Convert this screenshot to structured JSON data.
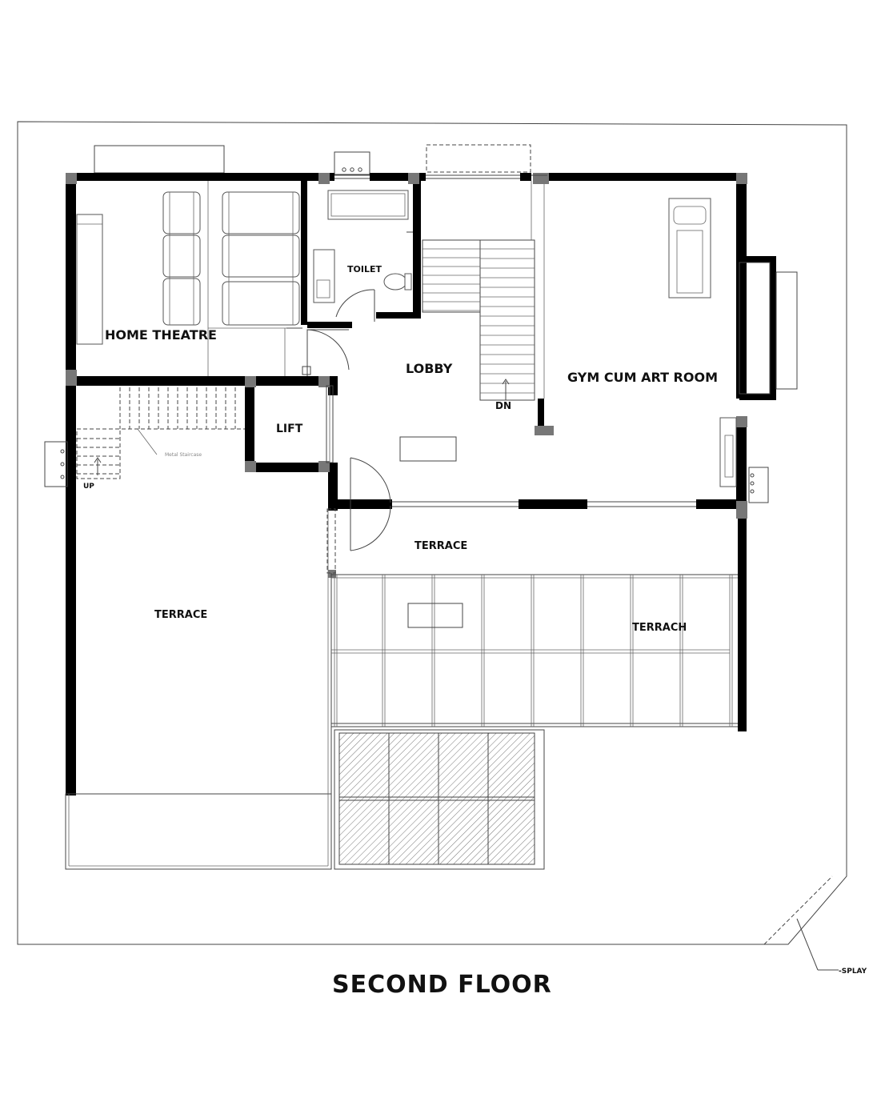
{
  "plan": {
    "title": "SECOND FLOOR",
    "rooms": {
      "home_theatre": "HOME THEATRE",
      "toilet": "TOILET",
      "lobby": "LOBBY",
      "gym": "GYM CUM ART ROOM",
      "lift": "LIFT",
      "terrace_left": "TERRACE",
      "terrace_mid": "TERRACE",
      "terrach": "TERRACH"
    },
    "markers": {
      "dn": "DN",
      "up": "UP",
      "splay": "-SPLAY"
    },
    "notes": {
      "metal_staircase": "Metal Staircase"
    }
  }
}
